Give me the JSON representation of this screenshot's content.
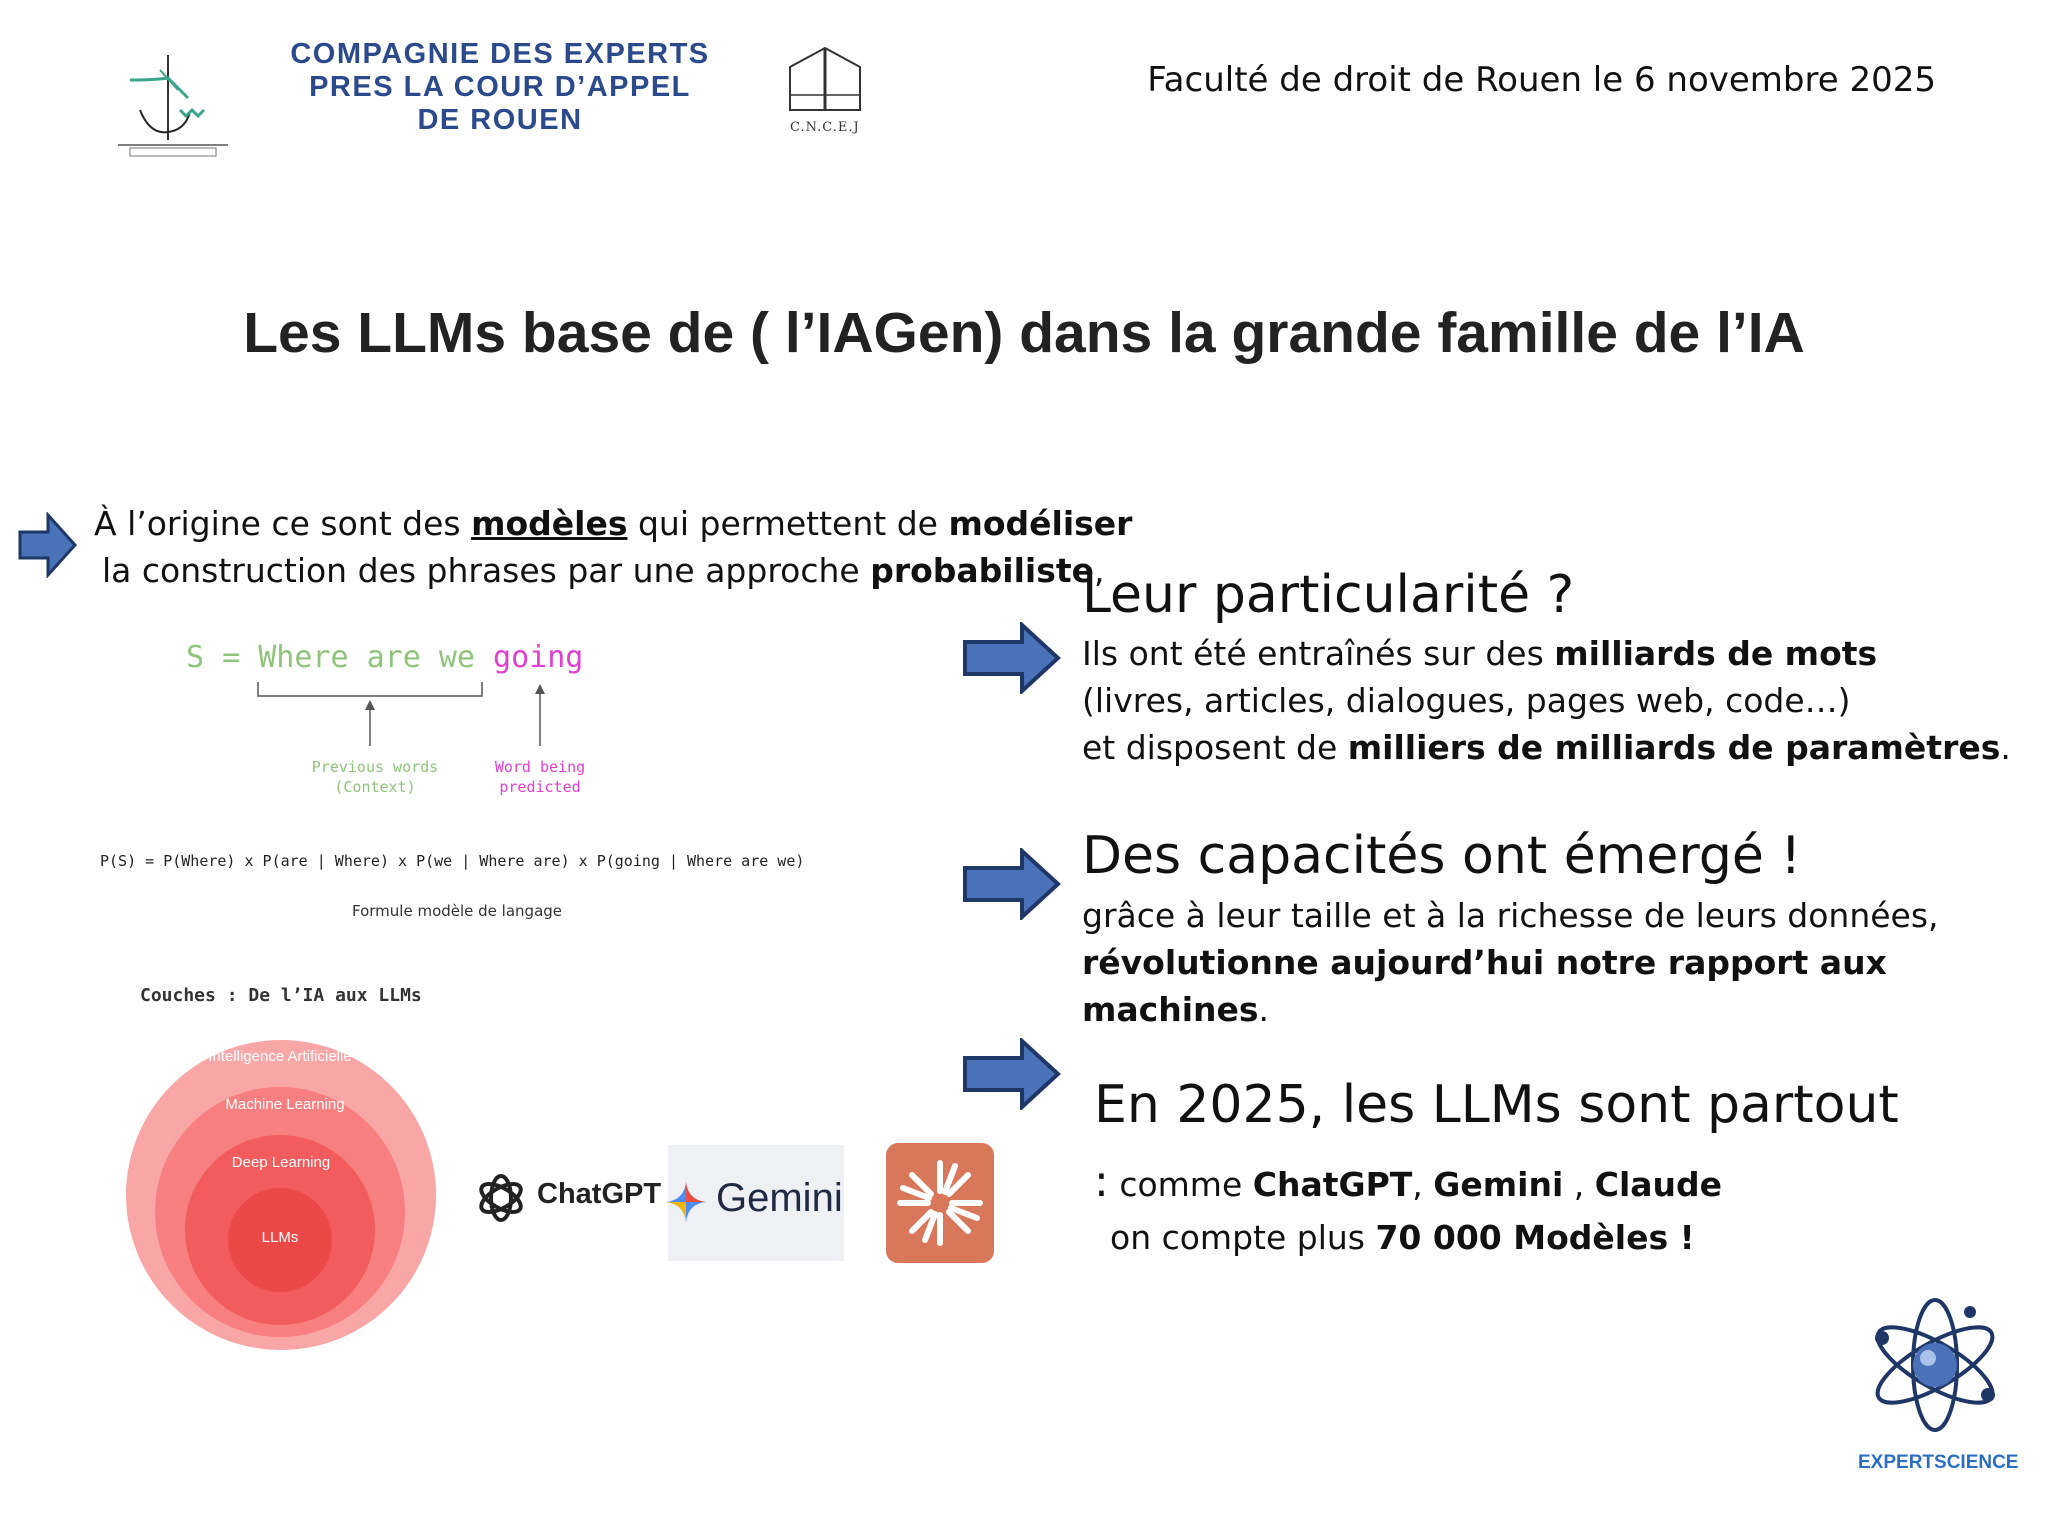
{
  "header": {
    "org_line1": "COMPAGNIE DES EXPERTS",
    "org_line2": "PRES LA COUR D’APPEL",
    "org_line3": "DE ROUEN",
    "cncej": "C.N.C.E.J",
    "date": "Faculté de droit de Rouen le 6 novembre 2025"
  },
  "title": "Les LLMs base de ( l’IAGen) dans la grande famille de l’IA",
  "intro": {
    "l1_a": "À l’origine ce sont des ",
    "l1_b": "modèles",
    "l1_c": " qui permettent de ",
    "l1_d": "modéliser",
    "l2_a": "la construction des phrases par une approche ",
    "l2_b": "probabiliste",
    "l2_c": ","
  },
  "sentence_diagram": {
    "eq_prefix": "S = Where are we ",
    "eq_going": "going",
    "context_l1": "Previous words",
    "context_l2": "(Context)",
    "pred_l1": "Word being",
    "pred_l2": "predicted",
    "formula": "P(S) = P(Where) x P(are | Where) x P(we | Where are) x P(going | Where are we)",
    "formula_caption": "Formule modèle de langage"
  },
  "layers": {
    "title": "Couches : De l’IA aux LLMs",
    "l1": "Intelligence Artificielle",
    "l2": "Machine Learning",
    "l3": "Deep Learning",
    "l4": "LLMs",
    "colors": [
      "#f9a6a6",
      "#f77f7f",
      "#f25c5c",
      "#eb4848"
    ]
  },
  "logos": {
    "chatgpt": "ChatGPT",
    "gemini": "Gemini",
    "claude_color": "#d9775a",
    "expertscience": "EXPERTSCIENCE"
  },
  "right": {
    "s1_head": "Leur particularité ?",
    "s1_l1_a": "Ils ont été entraînés sur des ",
    "s1_l1_b": "milliards de mots",
    "s1_l2": "(livres, articles, dialogues, pages web, code…)",
    "s1_l3_a": "et disposent de ",
    "s1_l3_b": "milliers de milliards de paramètres",
    "s1_l3_c": ".",
    "s2_head": "Des capacités ont émergé !",
    "s2_l1": "grâce à leur taille et à la richesse de leurs données,",
    "s2_l2_b": "révolutionne aujourd’hui notre rapport aux machines",
    "s2_l2_c": ".",
    "s3_head": "En 2025, les LLMs sont partout",
    "s3_l1_colon": ":",
    "s3_l1_a": " comme ",
    "s3_l1_b": "ChatGPT",
    "s3_l1_c": ", ",
    "s3_l1_d": "Gemini",
    "s3_l1_e": " , ",
    "s3_l1_f": "Claude",
    "s3_l2_a": "on compte plus ",
    "s3_l2_b": "70 000 Modèles !"
  },
  "colors": {
    "arrow": "#4a72b8",
    "arrow_stroke": "#1f3766",
    "org": "#2b4a8c",
    "expertscience": "#2a6fc4"
  }
}
